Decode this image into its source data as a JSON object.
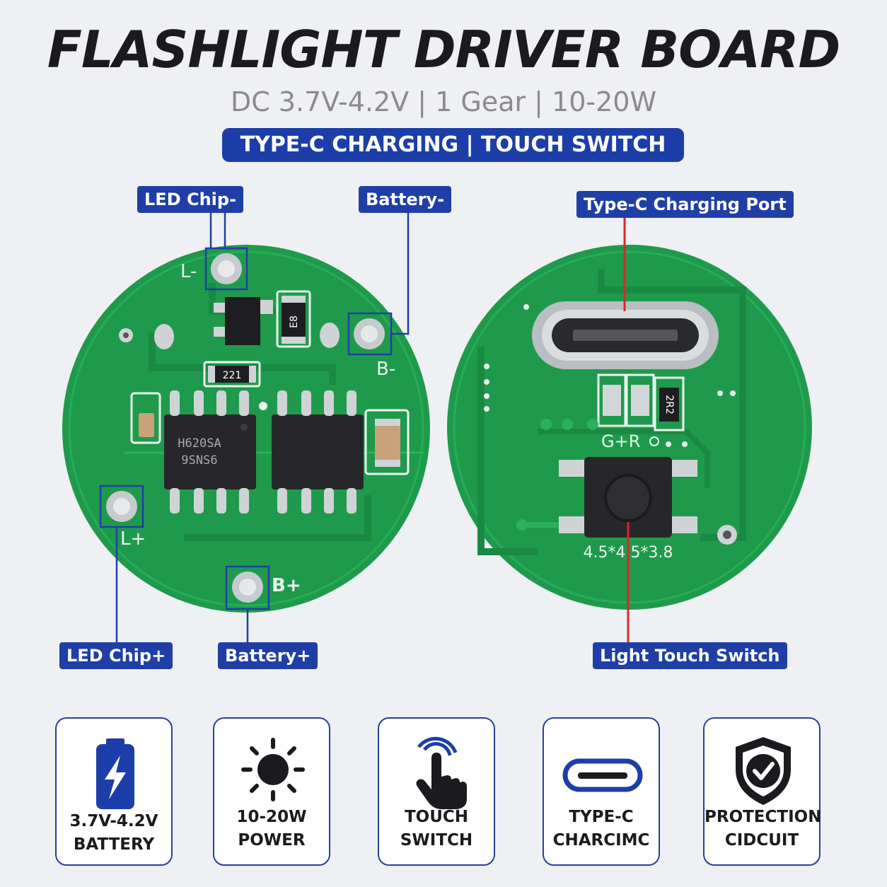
{
  "header": {
    "title": "FLASHLIGHT DRIVER BOARD",
    "subtitle": "DC 3.7V-4.2V | 1 Gear | 10-20W",
    "badge": "TYPE-C CHARGING | TOUCH SWITCH"
  },
  "callouts": {
    "led_minus": "LED Chip-",
    "battery_minus": "Battery-",
    "led_plus": "LED Chip+",
    "battery_plus": "Battery+",
    "typec_port": "Type-C Charging Port",
    "touch_switch": "Light Touch Switch"
  },
  "board_front": {
    "pad_l_minus": "L-",
    "pad_b_minus": "B-",
    "pad_l_plus": "L+",
    "pad_b_plus": "B+",
    "ic_left": "H620SA",
    "ic_left_sub": "9SNS6",
    "smd_top": "E8",
    "smd_res": "221"
  },
  "board_back": {
    "led_text": "G+R",
    "res_code": "2R2",
    "switch_spec": "4.5*4.5*3.8"
  },
  "features": [
    {
      "line1": "3.7V-4.2V",
      "line2": "BATTERY",
      "icon": "battery-bolt-icon"
    },
    {
      "line1": "10-20W",
      "line2": "POWER",
      "icon": "sun-icon"
    },
    {
      "line1": "TOUCH",
      "line2": "SWITCH",
      "icon": "touch-hand-icon"
    },
    {
      "line1": "TYPE-C",
      "line2": "CHARCIMC",
      "icon": "type-c-icon"
    },
    {
      "line1": "PROTECTION",
      "line2": "CIDCUIT",
      "icon": "shield-check-icon"
    }
  ],
  "colors": {
    "brand_blue": "#1f3fa6",
    "pcb_green": "#1f9a4c",
    "callout_red": "#d8282a"
  }
}
